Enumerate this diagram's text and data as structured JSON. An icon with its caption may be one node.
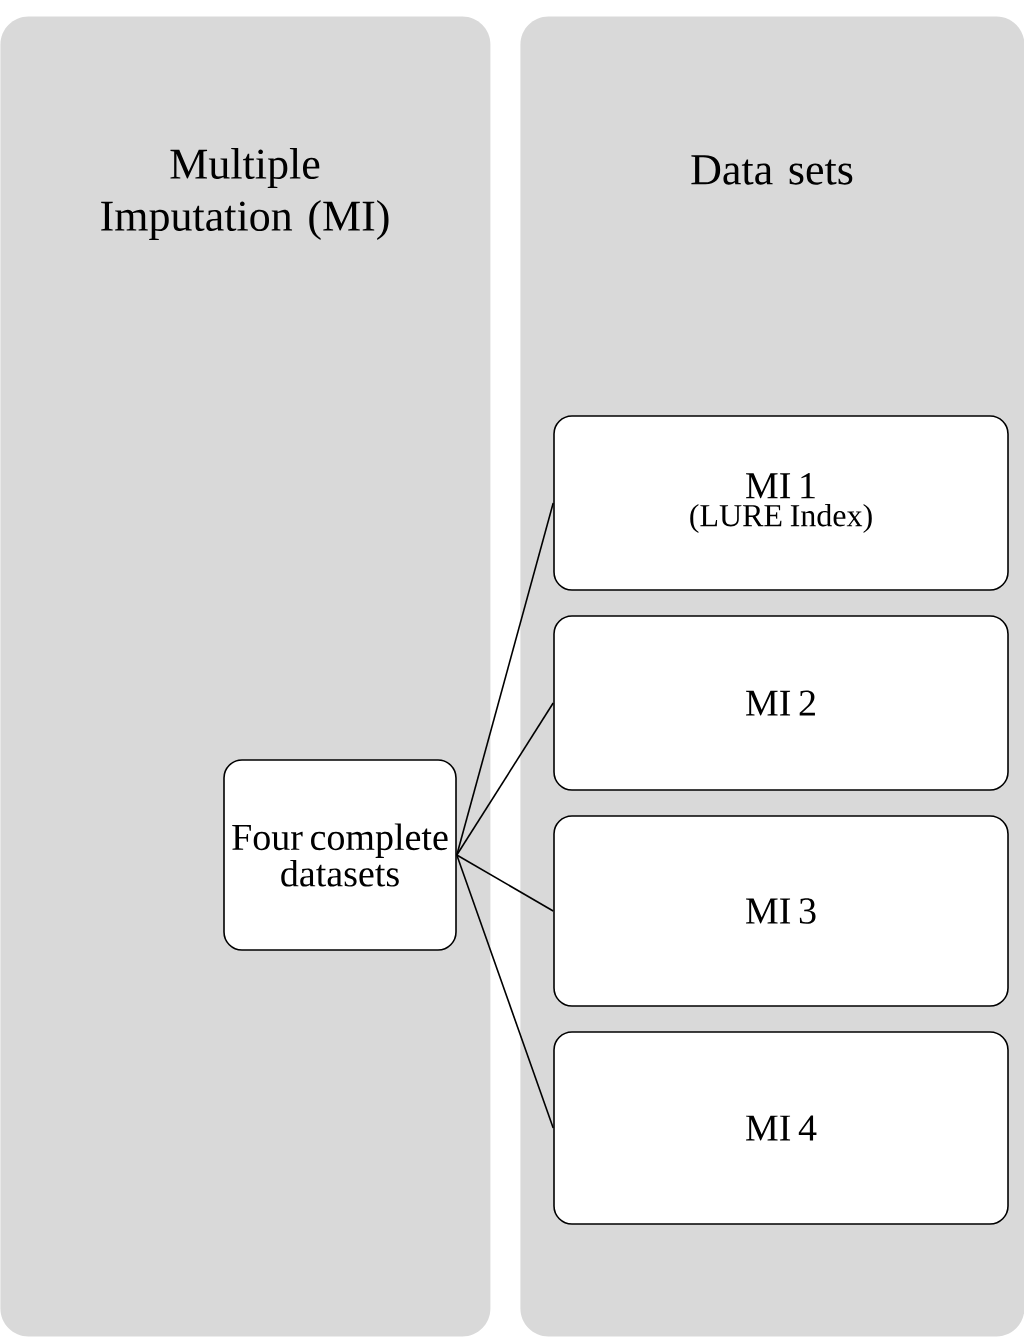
{
  "diagram": {
    "nodes": [
      {
        "text": [
          "Multiple Imputation (MI)"
        ]
      },
      {
        "text": [
          "Data sets"
        ]
      },
      {
        "text": [
          "Four complete datasets"
        ],
        "in": 0
      },
      {
        "text": [
          "MI 1",
          "(LURE Index)"
        ],
        "in": 1
      },
      {
        "text": [
          "MI 2"
        ],
        "in": 1
      },
      {
        "text": [
          "MI 3"
        ],
        "in": 1
      },
      {
        "text": [
          "MI 4"
        ],
        "in": 1
      }
    ],
    "edges": [
      {
        "from": 2,
        "to": 3,
        "arrow": "none"
      },
      {
        "from": 2,
        "to": 4,
        "arrow": "none"
      },
      {
        "from": 2,
        "to": 5,
        "arrow": "none"
      },
      {
        "from": 2,
        "to": 6,
        "arrow": "none"
      }
    ]
  }
}
